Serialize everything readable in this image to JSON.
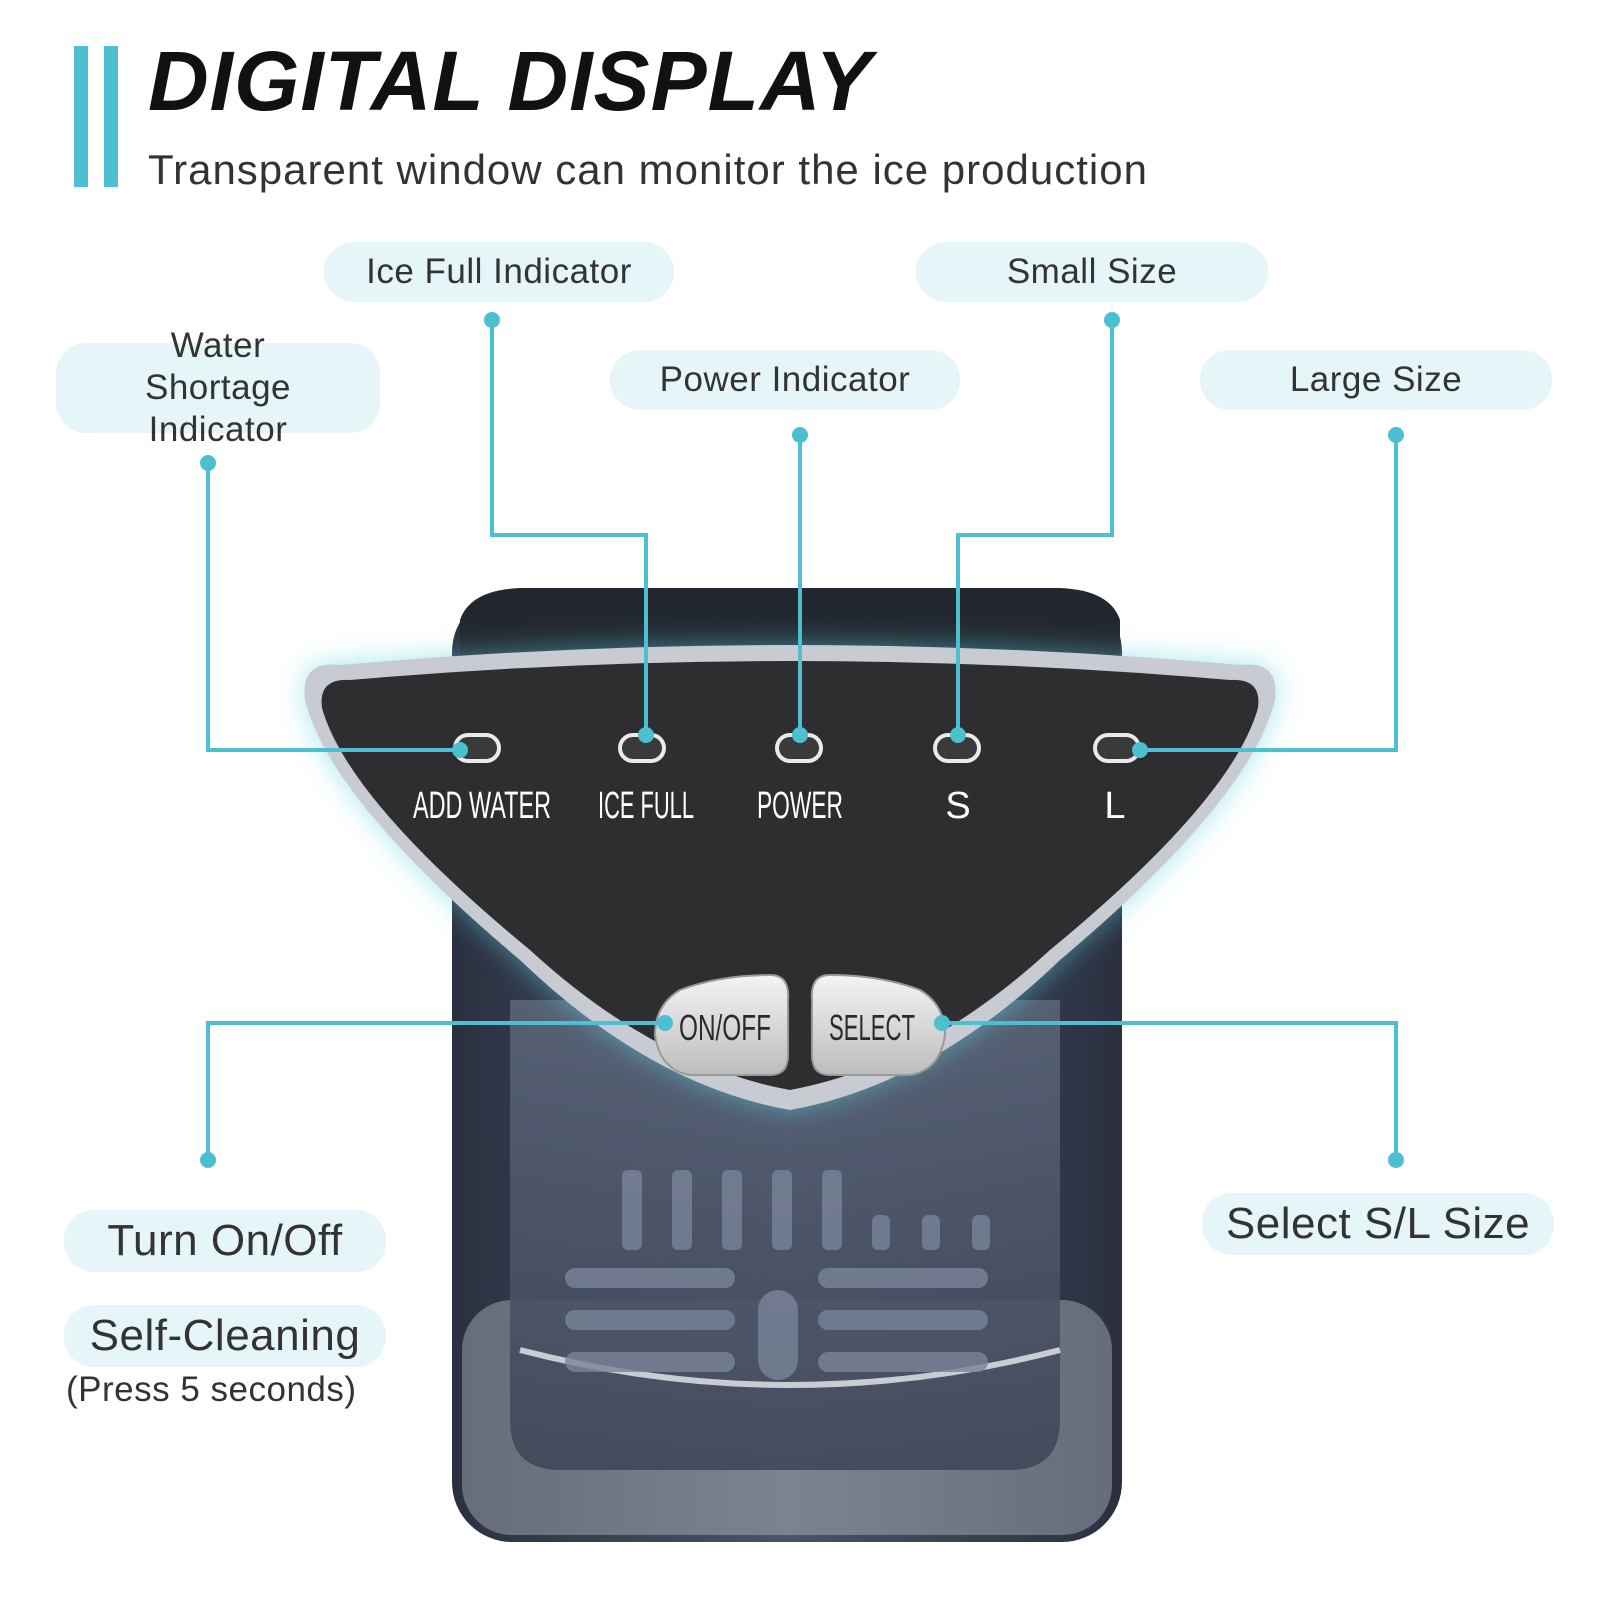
{
  "header": {
    "title": "DIGITAL DISPLAY",
    "subtitle": "Transparent window can monitor the ice production"
  },
  "callouts": {
    "water_shortage": "Water Shortage Indicator",
    "ice_full": "Ice Full Indicator",
    "power": "Power Indicator",
    "small_size": "Small Size",
    "large_size": "Large Size",
    "turn_on_off": "Turn On/Off",
    "self_cleaning": "Self-Cleaning",
    "self_cleaning_note": "(Press 5 seconds)",
    "select_size": "Select S/L Size"
  },
  "panel": {
    "indicators": [
      "ADD WATER",
      "ICE FULL",
      "POWER",
      "S",
      "L"
    ],
    "buttons": {
      "on_off": "ON/OFF",
      "select": "SELECT"
    }
  },
  "colors": {
    "accent": "#4bc0d0",
    "callout_bg": "#e6f5f7",
    "panel": "#2e2e30",
    "body": "#3a4252"
  }
}
